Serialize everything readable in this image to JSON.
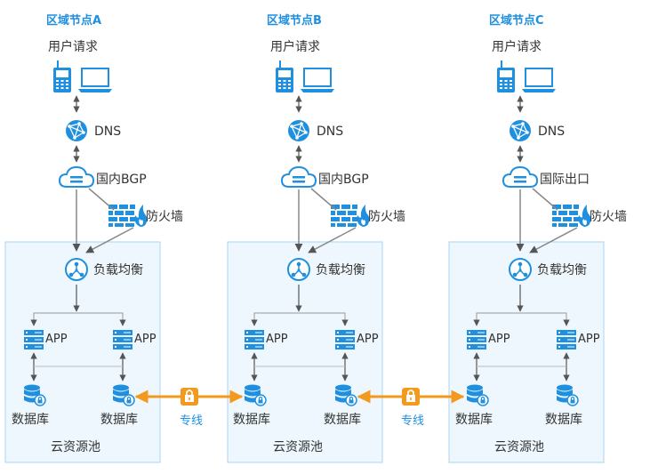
{
  "regions": [
    {
      "title": "区域节点A",
      "user": "用户请求",
      "dns": "DNS",
      "gateway": "国内BGP",
      "firewall": "防火墙",
      "lb": "负载均衡",
      "app_left": "APP",
      "app_right": "APP",
      "db_left": "数据库",
      "db_right": "数据库",
      "pool": "云资源池"
    },
    {
      "title": "区域节点B",
      "user": "用户请求",
      "dns": "DNS",
      "gateway": "国内BGP",
      "firewall": "防火墙",
      "lb": "负载均衡",
      "app_left": "APP",
      "app_right": "APP",
      "db_left": "数据库",
      "db_right": "数据库",
      "pool": "云资源池"
    },
    {
      "title": "区域节点C",
      "user": "用户请求",
      "dns": "DNS",
      "gateway": "国际出口",
      "firewall": "防火墙",
      "lb": "负载均衡",
      "app_left": "APP",
      "app_right": "APP",
      "db_left": "数据库",
      "db_right": "数据库",
      "pool": "云资源池"
    }
  ],
  "links": [
    {
      "label": "专线"
    },
    {
      "label": "专线"
    }
  ],
  "colors": {
    "accent": "#1f8fe0",
    "pool_bg": "#eef7fd",
    "pool_border": "#a8d4f2",
    "link": "#f39a1e",
    "arrow": "#555555"
  },
  "icons": [
    "phone-icon",
    "laptop-icon",
    "globe-icon",
    "cloud-icon",
    "firewall-icon",
    "load-balancer-icon",
    "server-icon",
    "database-icon",
    "lock-icon"
  ]
}
